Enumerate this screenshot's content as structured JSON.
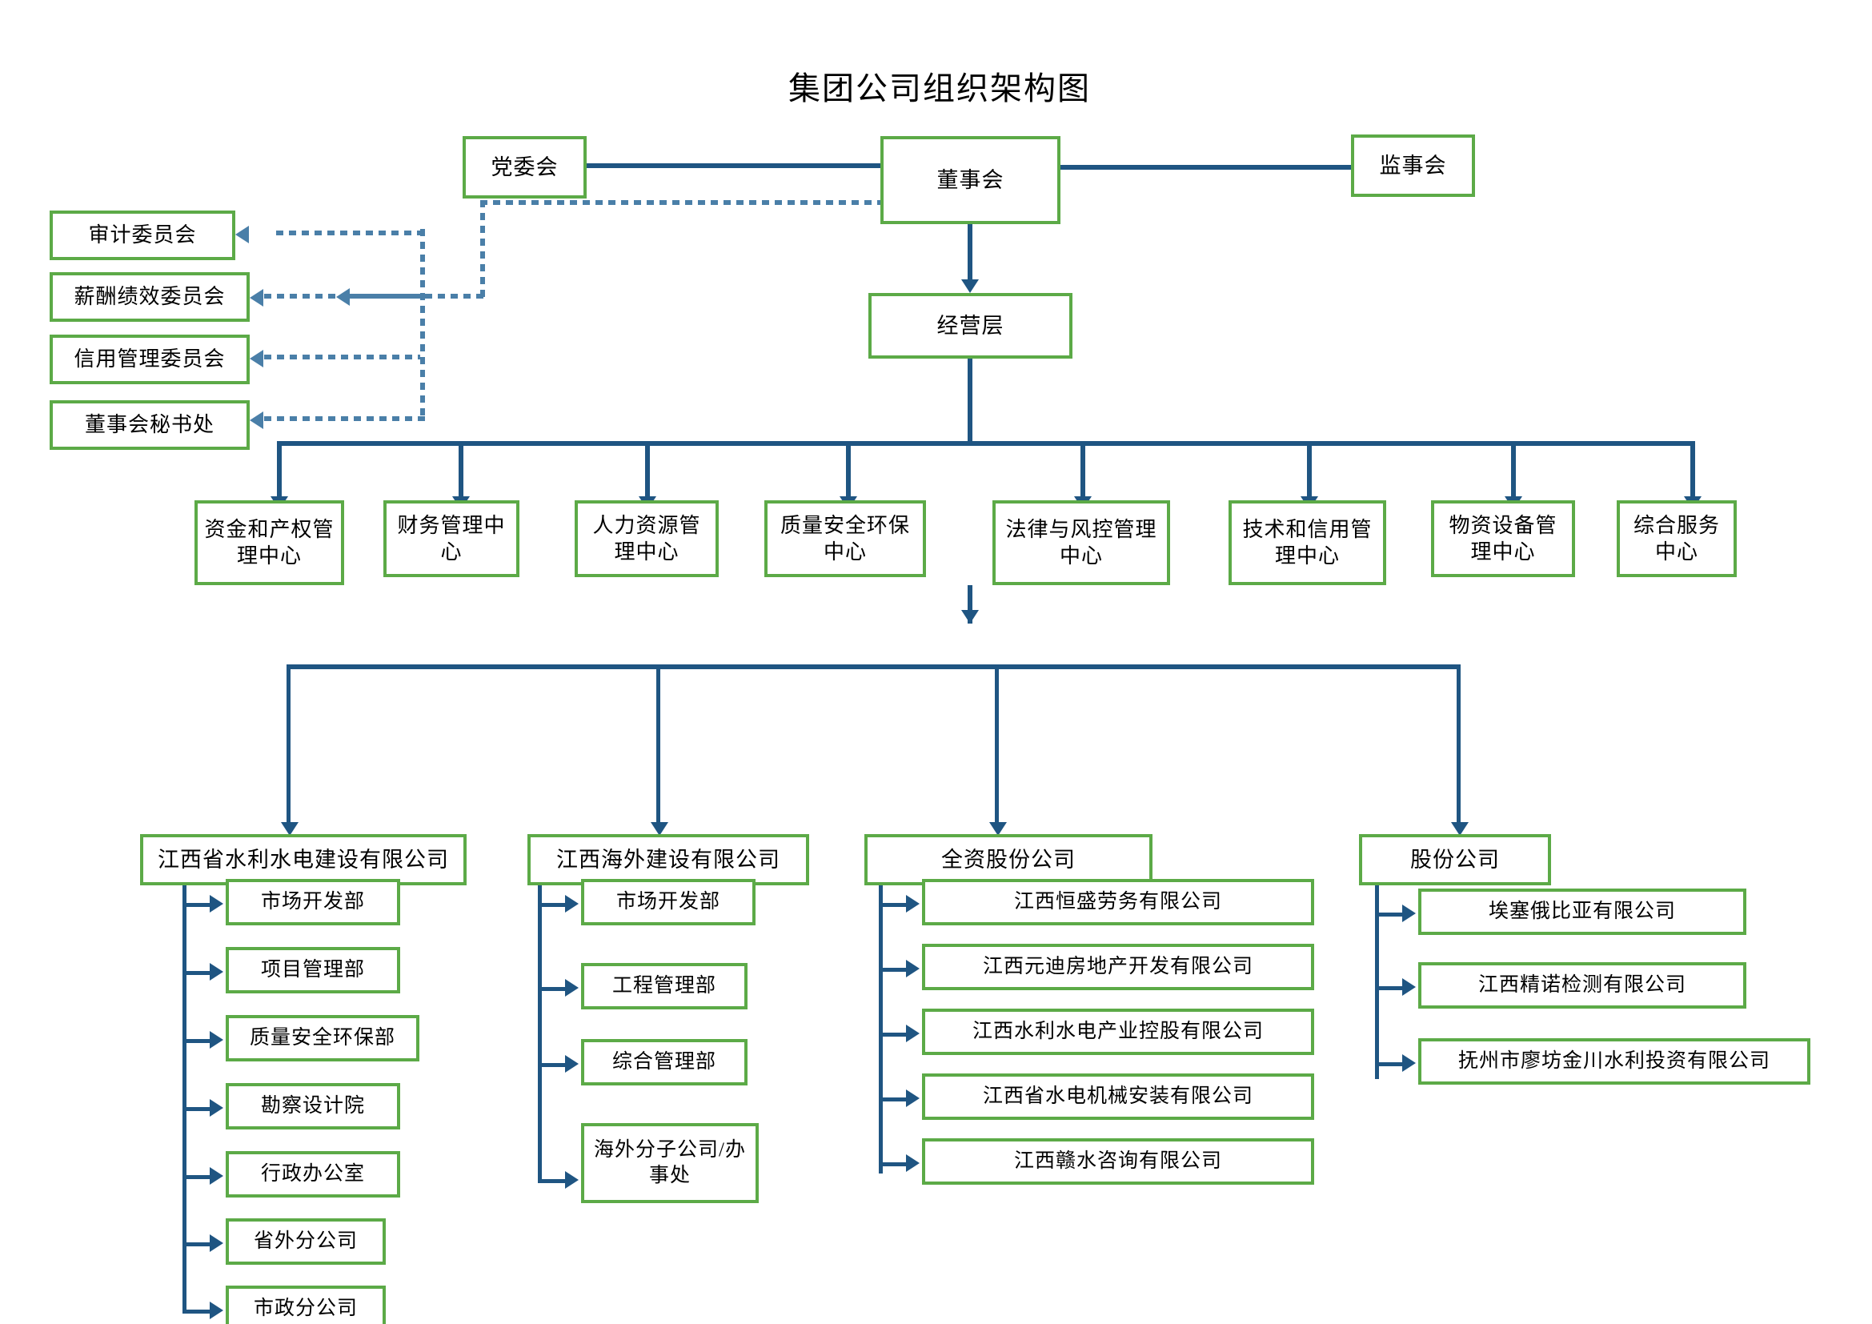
{
  "title": "集团公司组织架构图",
  "colors": {
    "box_border": "#5CAA47",
    "connector_solid": "#1F5582",
    "connector_dotted": "#4A7FA8",
    "text": "#000000",
    "background": "#FFFFFF"
  },
  "top": {
    "party_committee": "党委会",
    "board_of_directors": "董事会",
    "supervisory_board": "监事会",
    "management_layer": "经营层"
  },
  "committees": [
    {
      "label": "审计委员会"
    },
    {
      "label": "薪酬绩效委员会"
    },
    {
      "label": "信用管理委员会"
    },
    {
      "label": "董事会秘书处"
    }
  ],
  "centers": [
    {
      "label": "资金和产权管理中心"
    },
    {
      "label": "财务管理中心"
    },
    {
      "label": "人力资源管理中心"
    },
    {
      "label": "质量安全环保中心"
    },
    {
      "label": "法律与风控管理中心"
    },
    {
      "label": "技术和信用管理中心"
    },
    {
      "label": "物资设备管理中心"
    },
    {
      "label": "综合服务中心"
    }
  ],
  "subsidiaries": [
    {
      "label": "江西省水利水电建设有限公司",
      "children": [
        {
          "label": "市场开发部"
        },
        {
          "label": "项目管理部"
        },
        {
          "label": "质量安全环保部"
        },
        {
          "label": "勘察设计院"
        },
        {
          "label": "行政办公室"
        },
        {
          "label": "省外分公司"
        },
        {
          "label": "市政分公司"
        }
      ]
    },
    {
      "label": "江西海外建设有限公司",
      "children": [
        {
          "label": "市场开发部"
        },
        {
          "label": "工程管理部"
        },
        {
          "label": "综合管理部"
        },
        {
          "label": "海外分子公司/办事处"
        }
      ]
    },
    {
      "label": "全资股份公司",
      "children": [
        {
          "label": "江西恒盛劳务有限公司"
        },
        {
          "label": "江西元迪房地产开发有限公司"
        },
        {
          "label": "江西水利水电产业控股有限公司"
        },
        {
          "label": "江西省水电机械安装有限公司"
        },
        {
          "label": "江西赣水咨询有限公司"
        }
      ]
    },
    {
      "label": "股份公司",
      "children": [
        {
          "label": "埃塞俄比亚有限公司"
        },
        {
          "label": "江西精诺检测有限公司"
        },
        {
          "label": "抚州市廖坊金川水利投资有限公司"
        }
      ]
    }
  ]
}
